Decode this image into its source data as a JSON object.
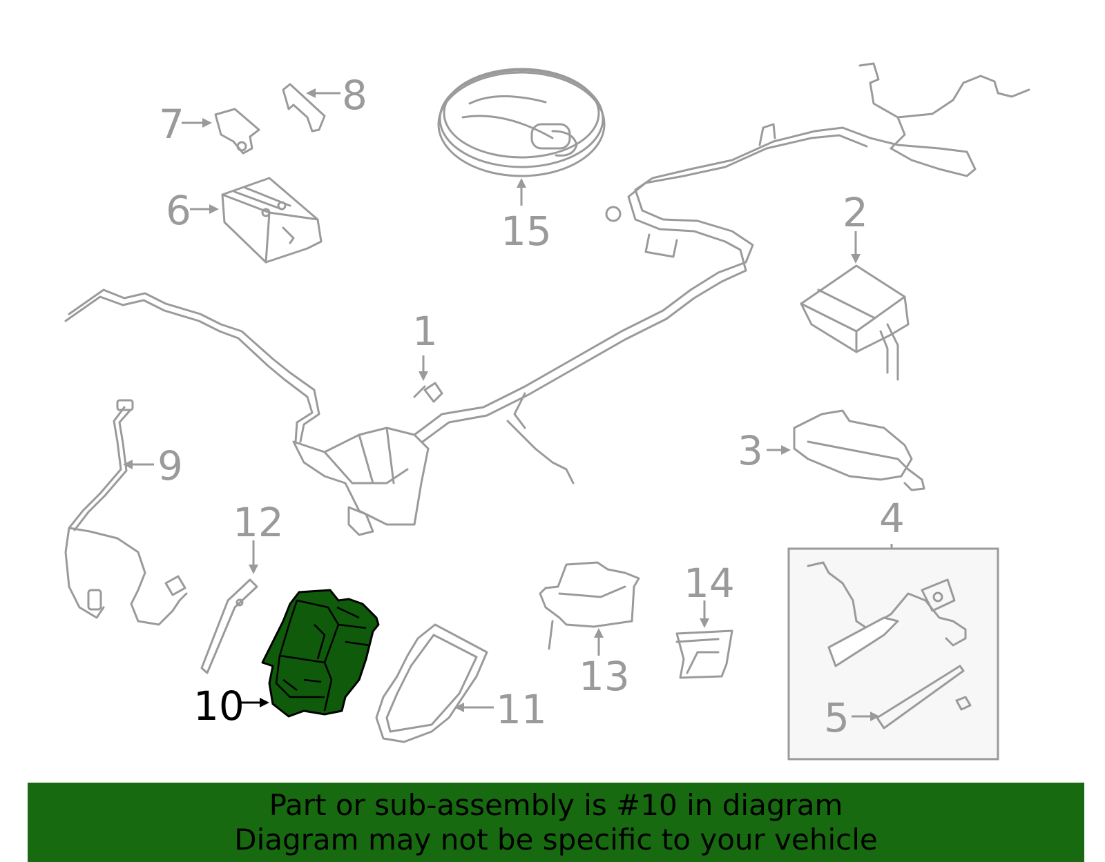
{
  "callouts": {
    "c1": "1",
    "c2": "2",
    "c3": "3",
    "c4": "4",
    "c5": "5",
    "c6": "6",
    "c7": "7",
    "c8": "8",
    "c9": "9",
    "c10": "10",
    "c11": "11",
    "c12": "12",
    "c13": "13",
    "c14": "14",
    "c15": "15"
  },
  "highlighted_part": "10",
  "colors": {
    "highlight": "#0f5a0b",
    "banner": "#176a10",
    "line_art": "#9a9a9a"
  },
  "banner": {
    "line1": "Part or sub-assembly is #10 in diagram",
    "line2": "Diagram may not be specific to your vehicle"
  }
}
